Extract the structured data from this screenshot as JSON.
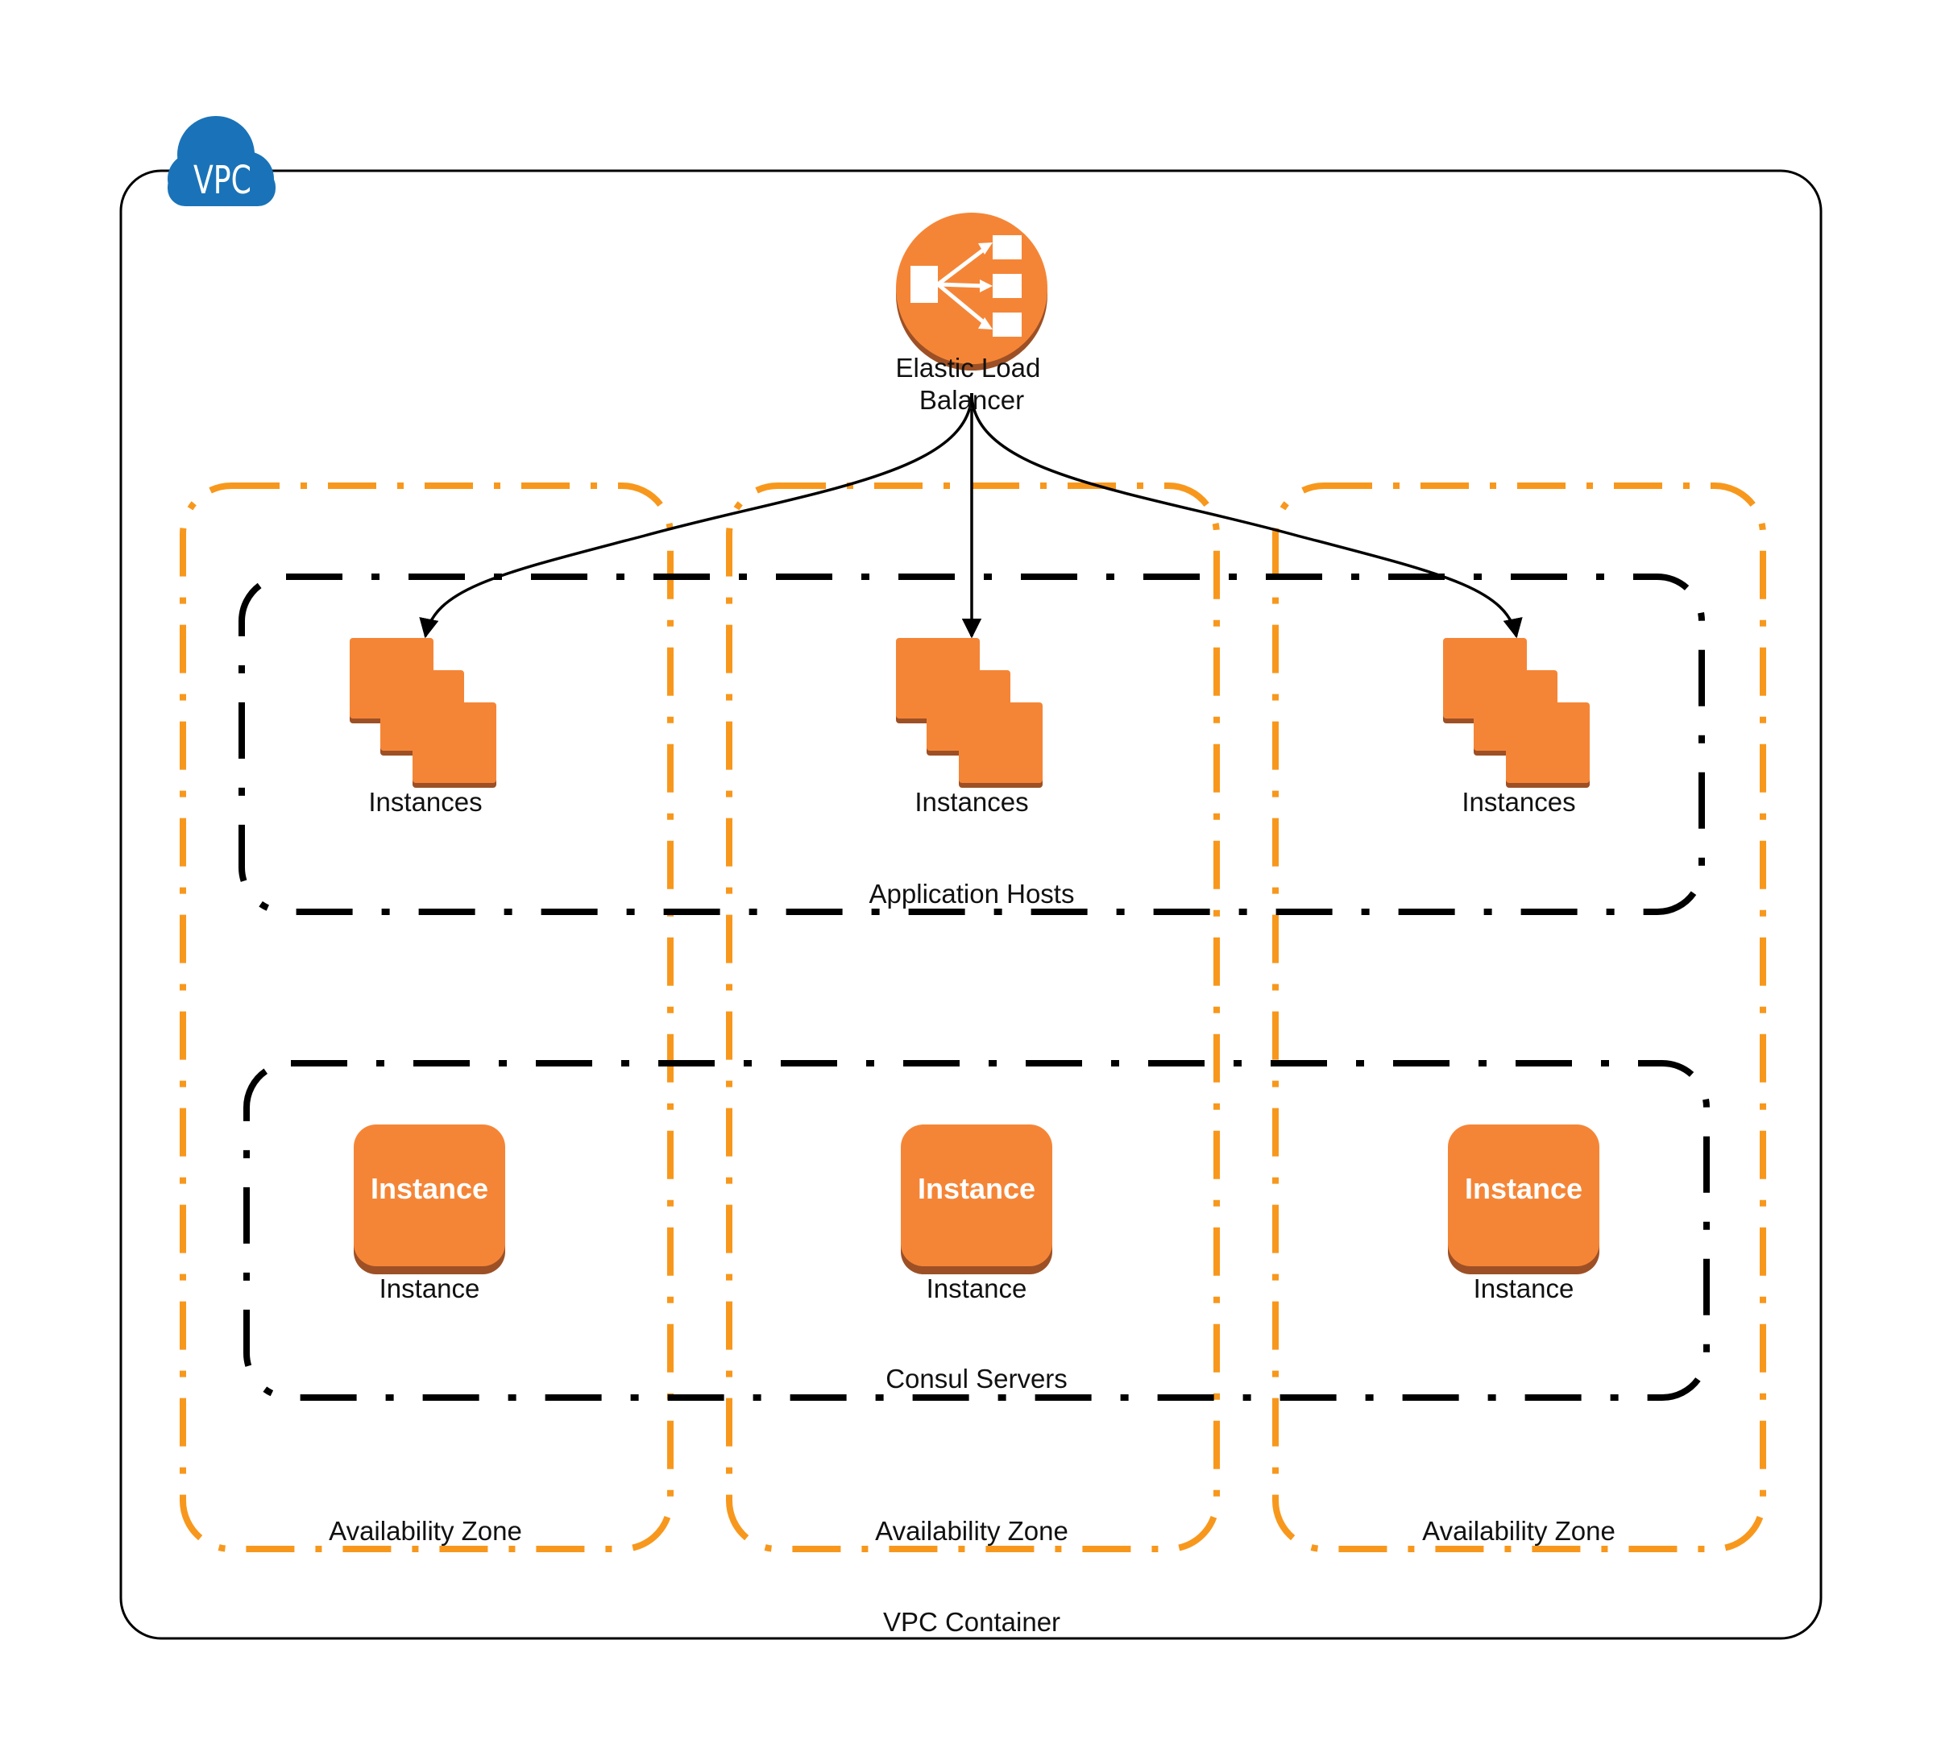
{
  "vpc": {
    "badge_label": "VPC",
    "container_label": "VPC Container",
    "badge_color": "#1a73b8"
  },
  "load_balancer": {
    "label_line1": "Elastic Load",
    "label_line2": "Balancer",
    "icon": "elastic-load-balancer-icon",
    "color": "#f58536"
  },
  "availability_zones": [
    {
      "label": "Availability Zone"
    },
    {
      "label": "Availability Zone"
    },
    {
      "label": "Availability Zone"
    }
  ],
  "groups": {
    "application_hosts": {
      "label": "Application Hosts",
      "items": [
        {
          "label": "Instances",
          "icon": "instances-stack-icon"
        },
        {
          "label": "Instances",
          "icon": "instances-stack-icon"
        },
        {
          "label": "Instances",
          "icon": "instances-stack-icon"
        }
      ]
    },
    "consul_servers": {
      "label": "Consul Servers",
      "items": [
        {
          "label": "Instance",
          "icon_text": "Instance",
          "icon": "ec2-instance-icon"
        },
        {
          "label": "Instance",
          "icon_text": "Instance",
          "icon": "ec2-instance-icon"
        },
        {
          "label": "Instance",
          "icon_text": "Instance",
          "icon": "ec2-instance-icon"
        }
      ]
    }
  },
  "colors": {
    "aws_orange": "#f58536",
    "aws_orange_dark": "#9d5025",
    "zone_border": "#f7981d",
    "group_border": "#000000"
  }
}
